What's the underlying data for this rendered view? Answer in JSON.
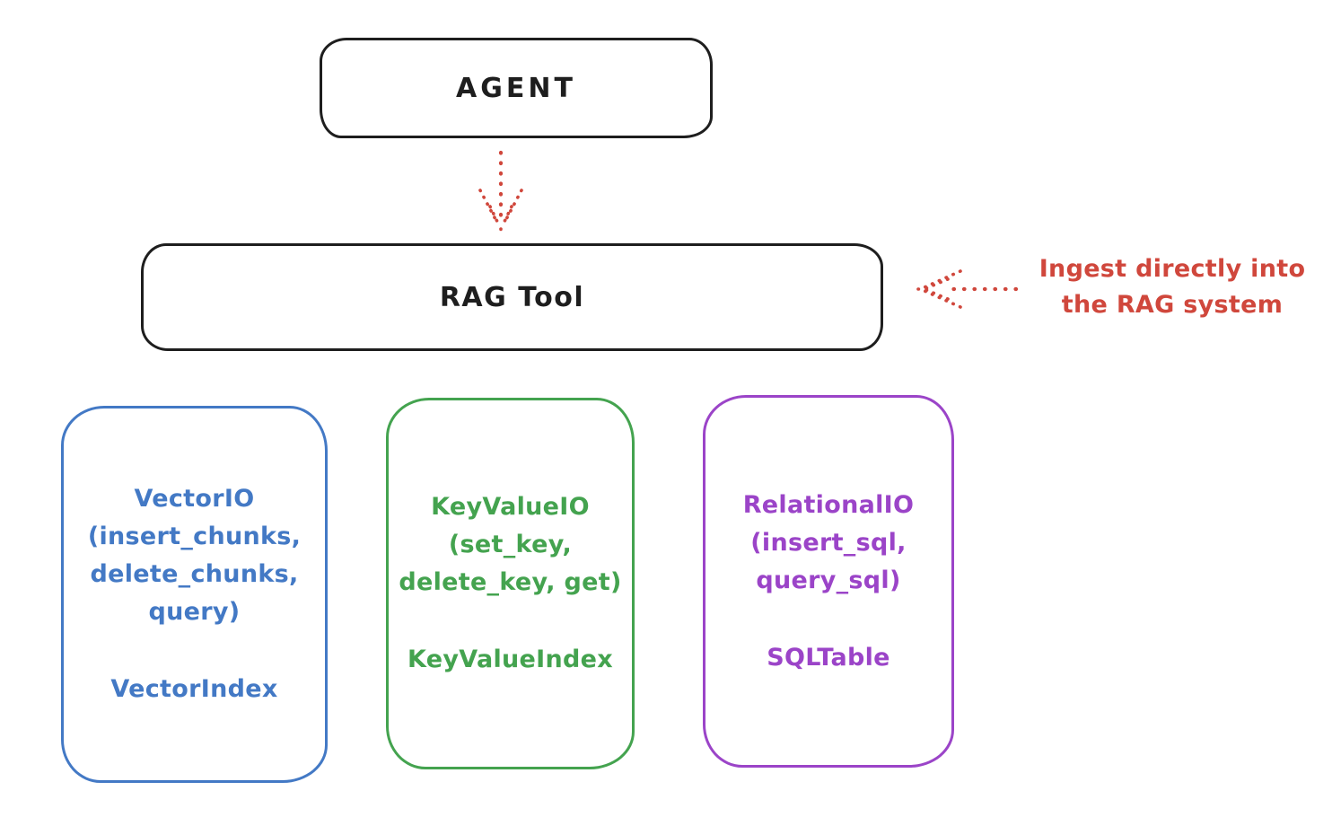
{
  "agent_box": {
    "label": "AGENT"
  },
  "rag_tool_box": {
    "label": "RAG Tool"
  },
  "annotation": {
    "line1": "Ingest directly into",
    "line2": "the RAG system",
    "color": "#d0473c",
    "arrow_style": "dotted"
  },
  "agent_to_rag_arrow": {
    "style": "dotted",
    "color": "#d0473c",
    "direction": "down"
  },
  "io_boxes": [
    {
      "name": "vector-io",
      "color": "#4379c5",
      "header": "VectorIO\n(insert_chunks,\ndelete_chunks,\nquery)",
      "index_label": "VectorIndex"
    },
    {
      "name": "keyvalue-io",
      "color": "#44a34f",
      "header": "KeyValueIO\n(set_key,\ndelete_key, get)",
      "index_label": "KeyValueIndex"
    },
    {
      "name": "relational-io",
      "color": "#9b44c8",
      "header": "RelationalIO\n(insert_sql,\nquery_sql)",
      "index_label": "SQLTable"
    }
  ],
  "colors": {
    "stroke": "#1e1e1e",
    "red": "#d0473c",
    "blue": "#4379c5",
    "green": "#44a34f",
    "purple": "#9b44c8",
    "background": "#ffffff"
  }
}
